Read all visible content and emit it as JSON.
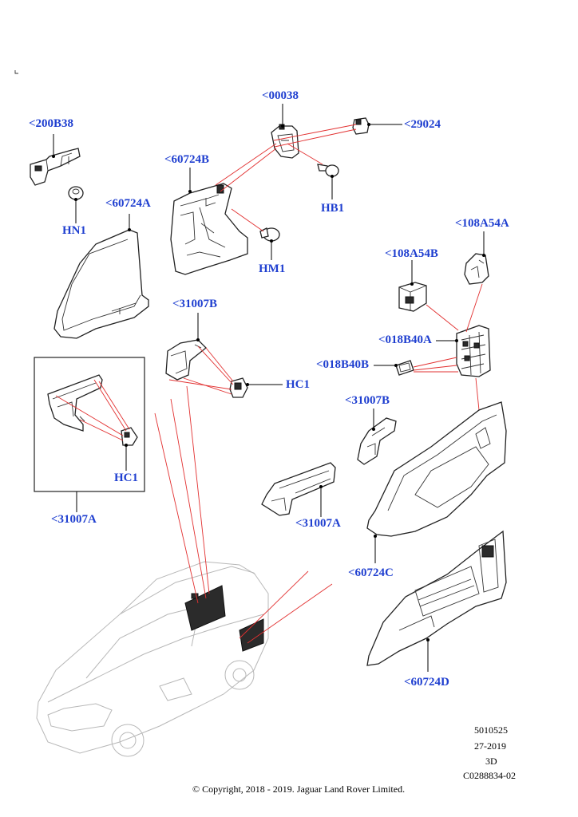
{
  "callouts": {
    "c00038": "<00038",
    "c29024": "<29024",
    "c200B38": "<200B38",
    "c60724B": "<60724B",
    "hb1": "HB1",
    "hn1": "HN1",
    "c60724A": "<60724A",
    "hm1": "HM1",
    "c108A54A": "<108A54A",
    "c108A54B": "<108A54B",
    "c31007B_top": "<31007B",
    "c018B40A": "<018B40A",
    "c018B40B": "<018B40B",
    "hc1_main": "HC1",
    "hc1_inset": "HC1",
    "c31007B_right": "<31007B",
    "c31007A_inset": "<31007A",
    "c31007A_mid": "<31007A",
    "c60724C": "<60724C",
    "c60724D": "<60724D"
  },
  "meta": {
    "ref1": "5010525",
    "ref2": "27-2019",
    "ref3": "3D",
    "ref4": "C0288834-02",
    "copyright": "© Copyright, 2018 - 2019. Jaguar Land Rover Limited."
  },
  "colors": {
    "callout_text": "#1f3fd0",
    "leader_red": "#e23030"
  }
}
